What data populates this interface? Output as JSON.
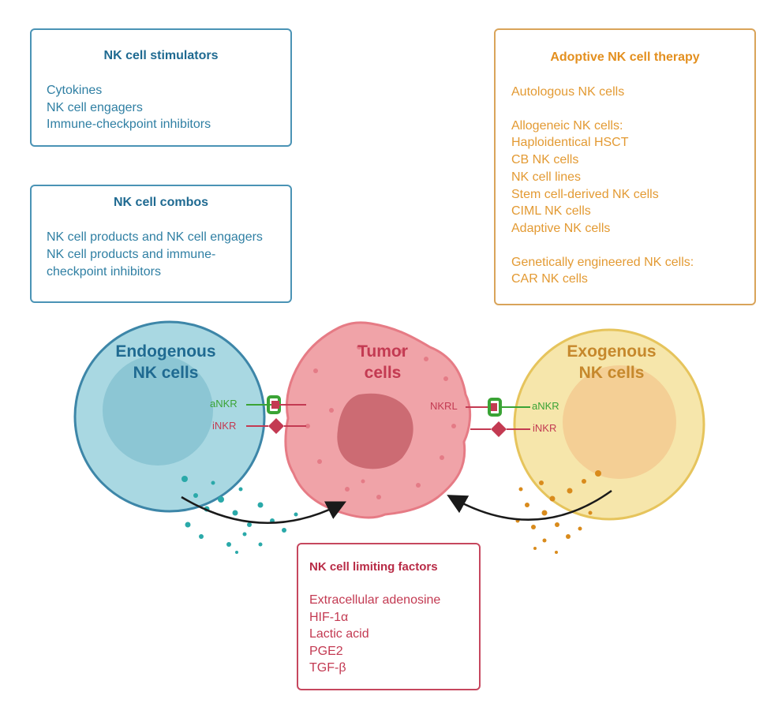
{
  "stimulators": {
    "title": "NK cell stimulators",
    "items": [
      "Cytokines",
      "NK cell engagers",
      "Immune-checkpoint inhibitors"
    ]
  },
  "combos": {
    "title": "NK cell combos",
    "items": [
      "NK cell products and NK cell engagers",
      "NK cell products and immune-checkpoint inhibitors"
    ]
  },
  "adoptive": {
    "title": "Adoptive NK cell therapy",
    "group1": [
      "Autologous NK cells"
    ],
    "group2": [
      "Allogeneic NK cells:",
      "Haploidentical HSCT",
      "CB NK cells",
      "NK cell lines",
      "Stem cell-derived NK cells",
      "CIML NK cells",
      "Adaptive NK cells"
    ],
    "group3": [
      "Genetically engineered NK cells:",
      "CAR NK cells"
    ]
  },
  "limiting": {
    "title": "NK cell limiting factors",
    "items": [
      "Extracellular adenosine",
      "HIF-1α",
      "Lactic acid",
      "PGE2",
      "TGF-β"
    ]
  },
  "cells": {
    "endogenous": "Endogenous\nNK cells",
    "tumor": "Tumor\ncells",
    "exogenous": "Exogenous\nNK cells"
  },
  "receptors": {
    "anKR": "aNKR",
    "inKR": "iNKR",
    "nkrl": "NKRL"
  },
  "colors": {
    "blue_accent": "#2f7fa3",
    "orange_accent": "#e39a33",
    "red_accent": "#c33a52",
    "green_receptor": "#3aa335"
  }
}
